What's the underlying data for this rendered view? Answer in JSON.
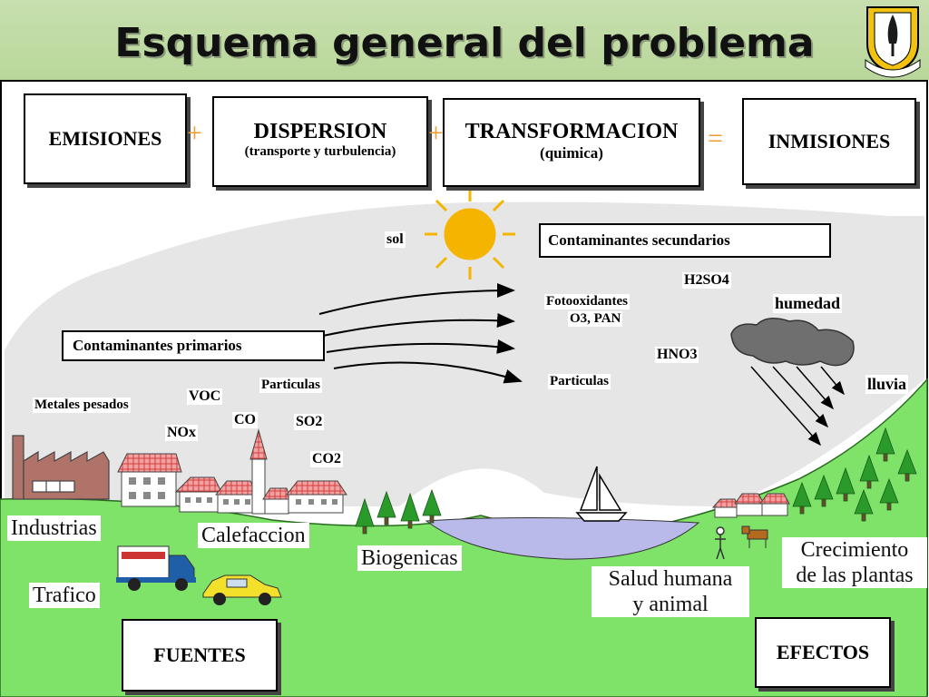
{
  "title": "Esquema general del problema",
  "equation": {
    "emisiones": "EMISIONES",
    "plus1": "+",
    "dispersion": "DISPERSION",
    "dispersion_sub": "(transporte y turbulencia)",
    "plus2": "+",
    "transformacion": "TRANSFORMACION",
    "transformacion_sub": "(quimica)",
    "equals": "=",
    "inmisiones": "INMISIONES"
  },
  "sky": {
    "sol": "sol",
    "contaminantes_secundarios": "Contaminantes secundarios",
    "h2so4": "H2SO4",
    "fotooxidantes": "Fotooxidantes",
    "o3_pan": "O3, PAN",
    "humedad": "humedad",
    "hno3": "HNO3",
    "particulas_sec": "Particulas",
    "lluvia": "lluvia",
    "contaminantes_primarios": "Contaminantes primarios",
    "metales_pesados": "Metales pesados",
    "voc": "VOC",
    "particulas_pri": "Particulas",
    "nox": "NOx",
    "co": "CO",
    "so2": "SO2",
    "co2": "CO2"
  },
  "ground": {
    "industrias": "Industrias",
    "calefaccion": "Calefaccion",
    "biogenicas": "Biogenicas",
    "trafico": "Trafico",
    "salud_1": "Salud humana",
    "salud_2": "y animal",
    "crecimiento_1": "Crecimiento",
    "crecimiento_2": "de las plantas",
    "fuentes": "FUENTES",
    "efectos": "EFECTOS"
  },
  "colors": {
    "grass": "#7fe36a",
    "sun": "#f5b400",
    "accent": "#f29a2a",
    "cloud": "#6f6f6f"
  }
}
